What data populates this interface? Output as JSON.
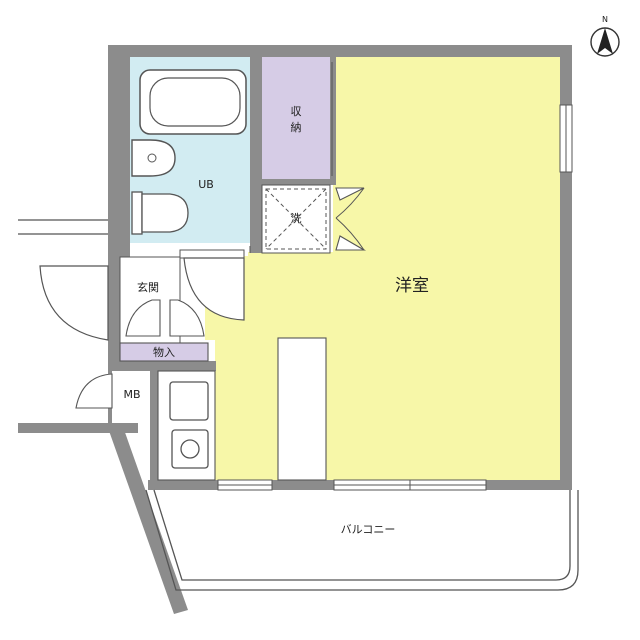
{
  "colors": {
    "wall": "#8c8c8c",
    "room_western": "#f7f7a8",
    "unit_bath": "#d2ecf2",
    "storage": "#d6cce6",
    "line": "#555555",
    "white": "#ffffff"
  },
  "labels": {
    "western_room": "洋室",
    "unit_bath": "UB",
    "storage_1": "収",
    "storage_2": "納",
    "washer": "洗",
    "entrance": "玄関",
    "closet": "物入",
    "meter_box": "MB",
    "balcony": "バルコニー",
    "north": "N"
  }
}
